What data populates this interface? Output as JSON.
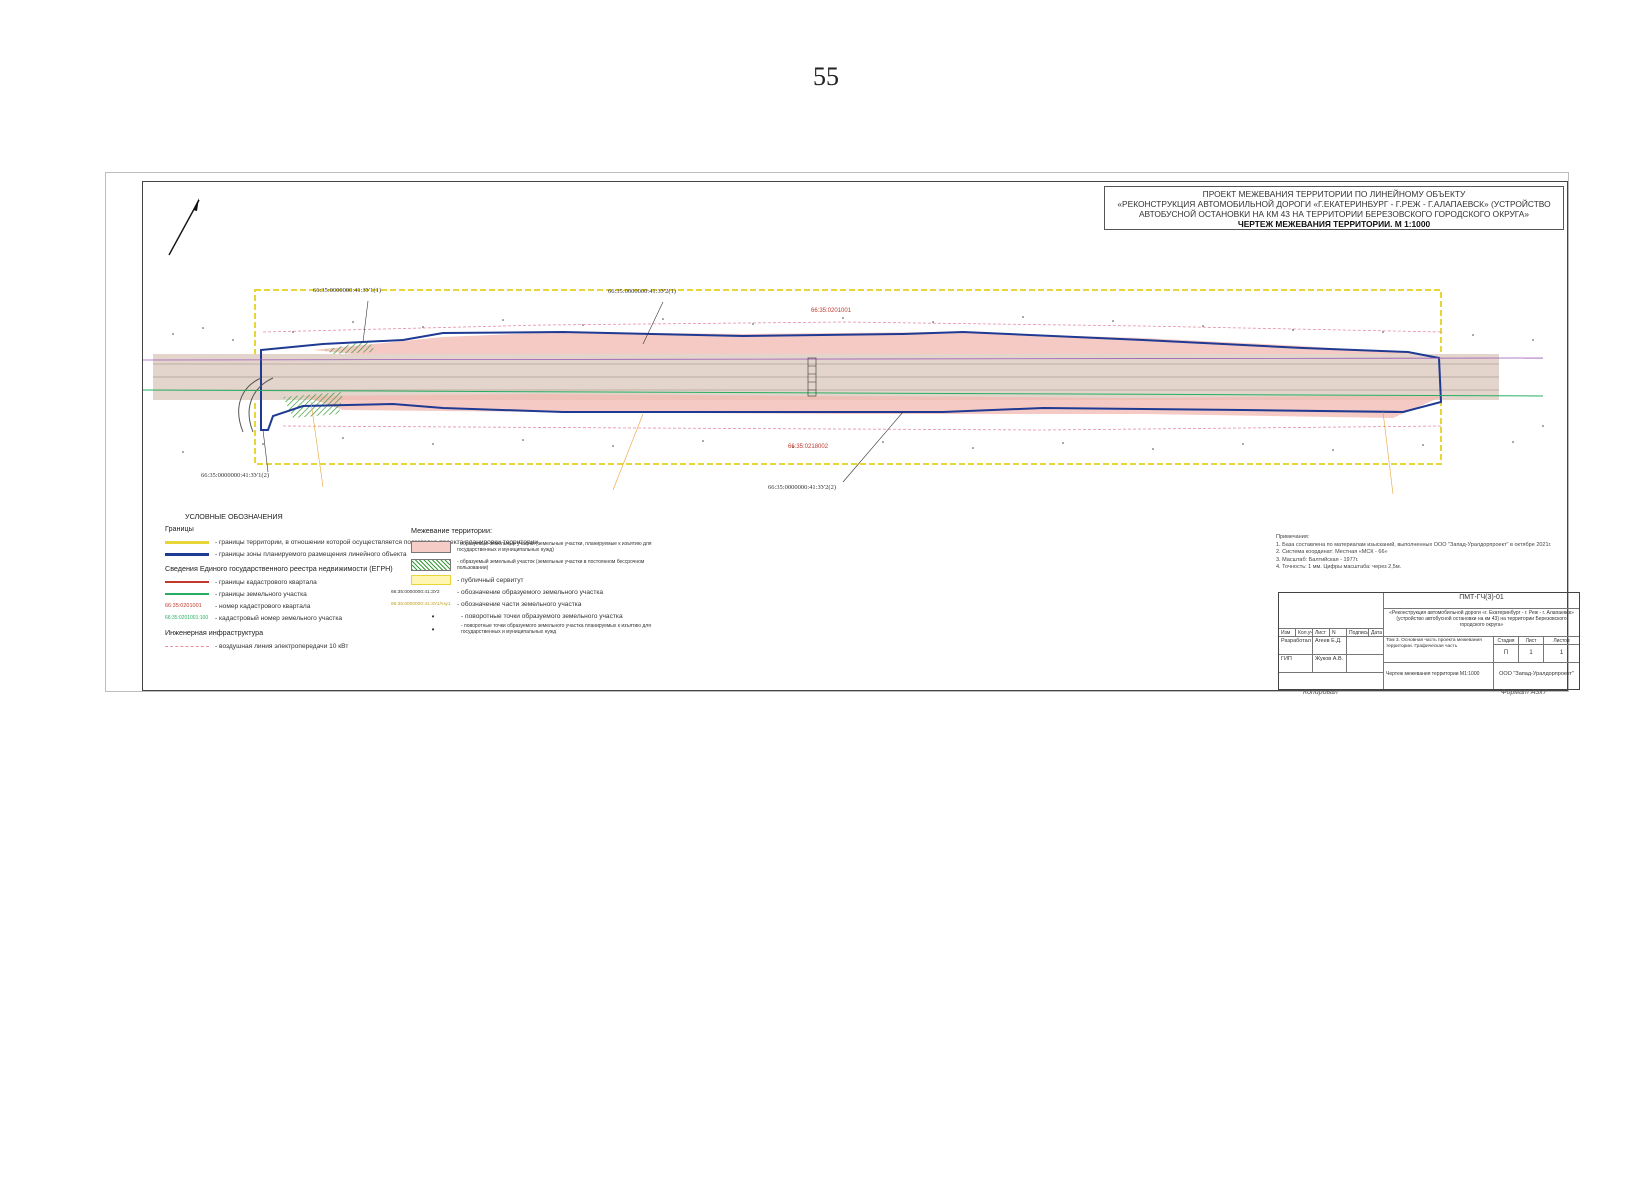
{
  "page_number": "55",
  "title": {
    "line1": "ПРОЕКТ МЕЖЕВАНИЯ ТЕРРИТОРИИ ПО ЛИНЕЙНОМУ ОБЪЕКТУ",
    "line2": "«РЕКОНСТРУКЦИЯ АВТОМОБИЛЬНОЙ ДОРОГИ «Г.ЕКАТЕРИНБУРГ - Г.РЕЖ - Г.АЛАПАЕВСК» (УСТРОЙСТВО",
    "line3": "АВТОБУСНОЙ ОСТАНОВКИ НА КМ 43 НА ТЕРРИТОРИИ БЕРЕЗОВСКОГО ГОРОДСКОГО ОКРУГА»",
    "line4": "ЧЕРТЕЖ МЕЖЕВАНИЯ ТЕРРИТОРИИ. М 1:1000"
  },
  "map_labels": {
    "zu1_1": "66:35:0000000:41:ЗУ1(1)",
    "zu1_2": "66:35:0000000:41:ЗУ1(2)",
    "zu2_1": "66:35:0000000:41:ЗУ2(1)",
    "zu2_2": "66:35:0000000:41:ЗУ2(2)",
    "quarter1": "66:35:0201001",
    "quarter2": "66:35:0218002"
  },
  "legend": {
    "header": "УСЛОВНЫЕ ОБОЗНАЧЕНИЯ",
    "borders_title": "Границы",
    "borders": [
      {
        "text": "- границы территории, в отношении которой осуществляется подготовка проекта планировки территории",
        "color": "#e8d53a"
      },
      {
        "text": "- границы зоны планируемого размещения линейного объекта",
        "color": "#1f3a93"
      }
    ],
    "egrn_title": "Сведения Единого государственного реестра недвижимости (ЕГРН)",
    "egrn": [
      {
        "text": "- границы кадастрового квартала",
        "color": "#c0392b"
      },
      {
        "text": "- границы земельного участка",
        "color": "#27ae60"
      },
      {
        "text": "- номер кадастрового квартала",
        "color": "#c0392b",
        "sample": "66:35:0201001"
      },
      {
        "text": "- кадастровый номер земельного участка",
        "color": "#27ae60",
        "sample": "66:35:0201001:100"
      }
    ],
    "eng_title": "Инженерная инфраструктура",
    "eng": [
      {
        "text": "- воздушная линия электропередачи 10 кВт",
        "color": "#e58fa0"
      }
    ],
    "survey_title": "Межевание территории:",
    "survey": [
      {
        "text": "- образуемые земельные участки (земельные участки, планируемые к изъятию для государственных и муниципальных нужд)",
        "kind": "pink"
      },
      {
        "text": "- образуемый земельный участок (земельные участки в постоянном бессрочном пользовании)",
        "kind": "hatch"
      },
      {
        "text": "- публичный сервитут",
        "kind": "yellow"
      },
      {
        "text": "- обозначение образуемого земельного участка",
        "kind": "label",
        "sample": "66:35:0000000:41:ЗУ2"
      },
      {
        "text": "- обозначение части земельного участка",
        "kind": "label2",
        "sample": "66:35:0000000:41:ЗУ1/чзу1"
      },
      {
        "text": "- поворотные точки образуемого земельного участка",
        "kind": "point"
      },
      {
        "text": "- поворотные точки образуемого земельного участка планируемых к изъятию для государственных и муниципальных нужд",
        "kind": "point2"
      }
    ]
  },
  "notes": {
    "title": "Примечания:",
    "items": [
      "1. База составлена по материалам изысканий, выполненных ООО \"Запад-Уралдорпроект\" в октябре 2021г.",
      "2. Система координат: Местная «МСК - 66»",
      "3. Масштаб: Балтийская - 1977г.",
      "4. Точность: 1 мм. Цифры масштаба: через 2,5м."
    ]
  },
  "stamp": {
    "code": "ПМТ-ГЧ(3)-01",
    "project": "«Реконструкция автомобильной дороги «г. Екатеринбург - г. Реж - г. Алапаевск» (устройство автобусной остановки на км 43) на территории Березовского городского округа»",
    "cols": [
      "Изм",
      "Кол.уч",
      "Лист",
      "N док",
      "Подпись",
      "Дата"
    ],
    "developer_label": "Разработал",
    "developer_name": "Агеев Е.Д.",
    "gip_label": "ГИП",
    "gip_name": "Жуков А.В.",
    "volume": "Том 3. Основная часть проекта межевания территории. Графическая часть",
    "stage_label": "Стадия",
    "sheet_label": "Лист",
    "sheets_label": "Листов",
    "stage": "П",
    "sheet": "1",
    "sheets": "1",
    "drawing": "Чертеж межевания территории М1:1000",
    "org": "ООО \"Запад-Уралдорпроект\""
  },
  "under": {
    "copied": "Копировал",
    "format": "Формат А3х7"
  }
}
